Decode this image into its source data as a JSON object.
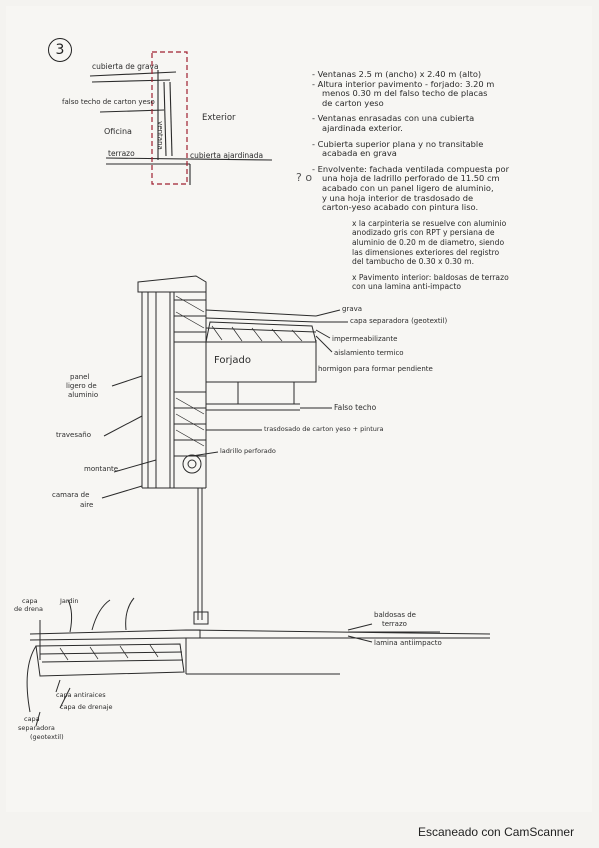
{
  "sketch": {
    "number": "3",
    "plan_labels": {
      "cubierta_grava": "cubierta de grava",
      "falso_techo": "falso techo de carton yeso",
      "oficina": "Oficina",
      "ventana": "ventana",
      "exterior": "Exterior",
      "terrazo": "terrazo",
      "cubierta_ajardinada": "cubierta ajardinada"
    },
    "notes": [
      "- Ventanas 2.5 m (ancho) x 2.40 m (alto)",
      "- Altura interior pavimento - forjado: 3.20 m",
      "menos 0.30 m del falso techo de placas",
      "de carton yeso",
      "- Ventanas enrasadas con una cubierta",
      "ajardinada exterior.",
      "- Cubierta superior plana y no transitable",
      "acabada en grava",
      "- Envolvente: fachada ventilada compuesta por",
      "una hoja de ladrillo perforado de 11.50 cm",
      "acabado con un panel ligero de aluminio,",
      "y una hoja interior de trasdosado de",
      "carton-yeso acabado con pintura liso.",
      "x la carpinteria se resuelve con aluminio",
      "anodizado gris con RPT y persiana de",
      "aluminio de 0.20 m de diametro, siendo",
      "las dimensiones exteriores del registro",
      "del tambucho de 0.30 x 0.30 m.",
      "x Pavimento interior: baldosas de terrazo",
      "con una lamina anti-impacto"
    ],
    "marginal_mark": "? o",
    "detail_labels": {
      "grava": "grava",
      "capa_separadora": "capa separadora (geotextil)",
      "impermeabilizante": "impermeabilizante",
      "aislamiento": "aislamiento termico",
      "hormigon": "hormigon para formar pendiente",
      "forjado": "Forjado",
      "panel": "panel",
      "ligero": "ligero de",
      "aluminio": "aluminio",
      "falso_techo": "Falso techo",
      "travesano": "travesaño",
      "trasdosado": "trasdosado de carton yeso + pintura",
      "montante": "montante",
      "ladrillo": "ladrillo perforado",
      "camara": "camara de",
      "aire": "aire",
      "capa_de": "capa",
      "de_drena": "de drena",
      "jardin": "Jardin",
      "baldosas": "baldosas de",
      "terrazo": "terrazo",
      "lamina": "lamina antiimpacto",
      "capa_antiraices": "capa antiraices",
      "capa_drenaje": "capa de drenaje",
      "capa2": "capa",
      "separadora": "separadora",
      "geotextil": "(geotextil)"
    },
    "footer": "Escaneado con CamScanner"
  }
}
